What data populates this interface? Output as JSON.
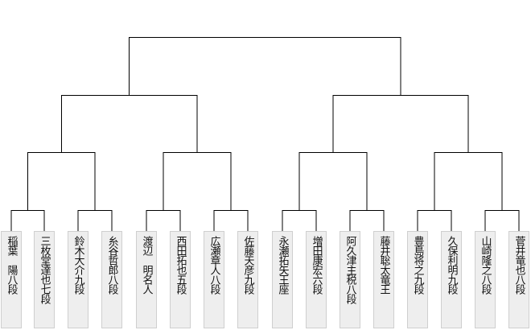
{
  "tournament": {
    "line_color": "#000000",
    "card_background": "#eeeeee",
    "card_border": "#cfcfcf",
    "players": [
      {
        "name": "稲葉　陽八段"
      },
      {
        "name": "三枚堂達也七段"
      },
      {
        "name": "鈴木大介九段"
      },
      {
        "name": "糸谷哲郎八段"
      },
      {
        "name": "渡辺　明名人"
      },
      {
        "name": "西田拓也五段"
      },
      {
        "name": "広瀬章人八段"
      },
      {
        "name": "佐藤天彦九段"
      },
      {
        "name": "永瀬拓矢王座"
      },
      {
        "name": "増田康宏六段"
      },
      {
        "name": "阿久津主税八段"
      },
      {
        "name": "藤井聡太竜王"
      },
      {
        "name": "豊島将之九段"
      },
      {
        "name": "久保利明九段"
      },
      {
        "name": "山崎隆之八段"
      },
      {
        "name": "菅井竜也八段"
      }
    ]
  }
}
